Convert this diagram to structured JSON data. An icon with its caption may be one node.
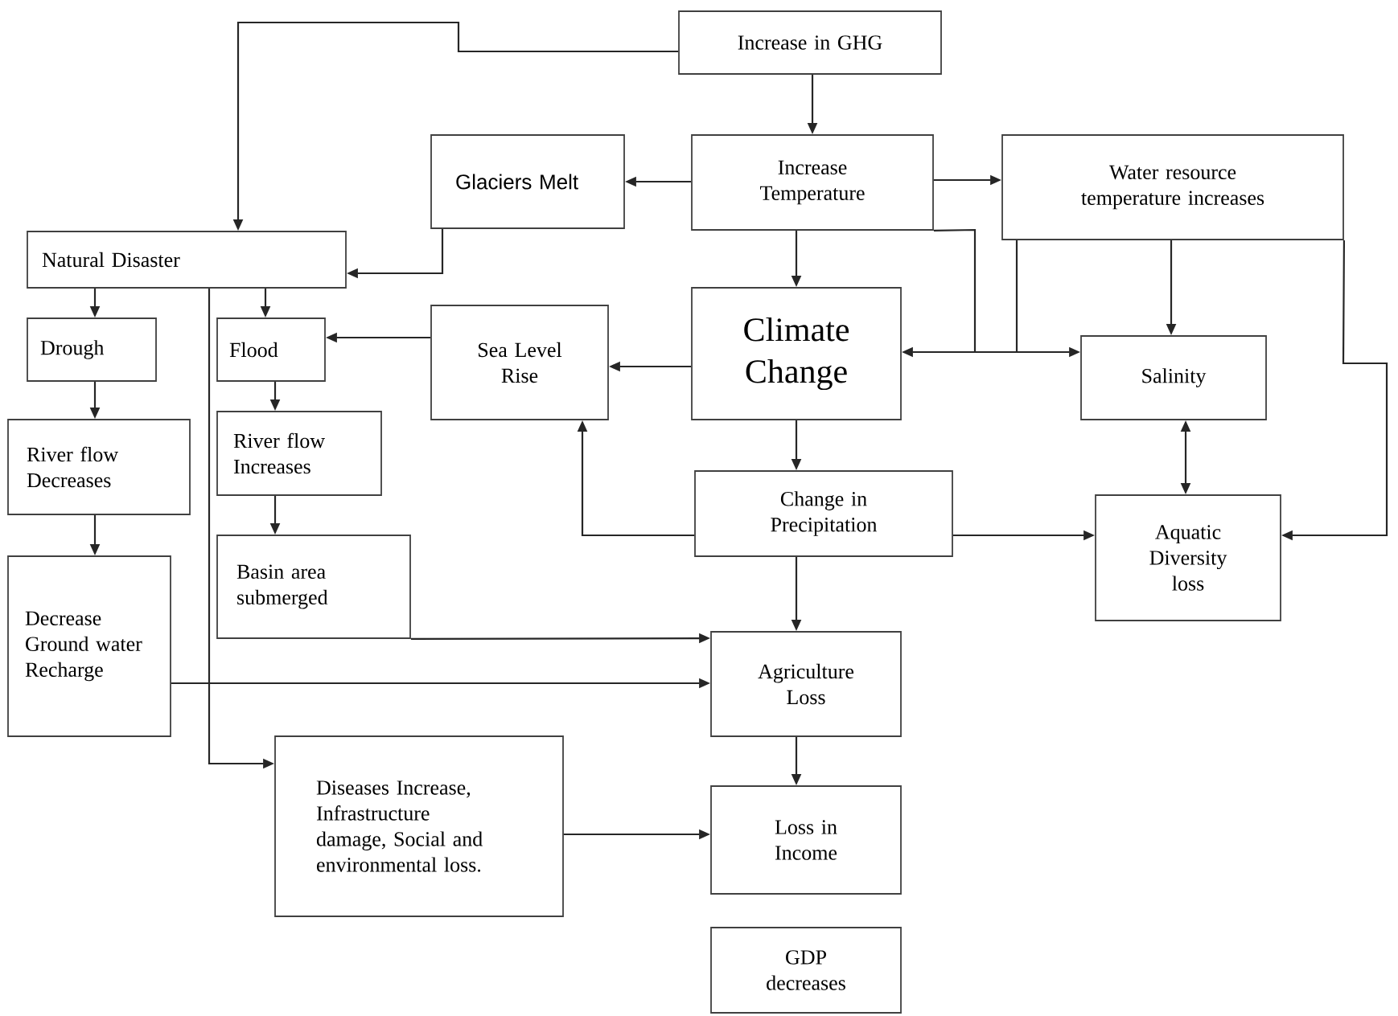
{
  "diagram": {
    "nodes": [
      {
        "text": [
          "Increase in GHG"
        ]
      },
      {
        "text": [
          "Glaciers Melt"
        ]
      },
      {
        "text": [
          "Increase Temperature"
        ]
      },
      {
        "text": [
          "Water resource temperature increases"
        ]
      },
      {
        "text": [
          "Natural Disaster"
        ]
      },
      {
        "text": [
          "Drough"
        ]
      },
      {
        "text": [
          "Flood"
        ]
      },
      {
        "text": [
          "Sea Level Rise"
        ]
      },
      {
        "text": [
          "Climate Change"
        ]
      },
      {
        "text": [
          "Salinity"
        ]
      },
      {
        "text": [
          "River flow Decreases"
        ]
      },
      {
        "text": [
          "River flow Increases"
        ]
      },
      {
        "text": [
          "Change in Precipitation"
        ]
      },
      {
        "text": [
          "Aquatic Diversity loss"
        ]
      },
      {
        "text": [
          "Decrease Ground water Recharge"
        ]
      },
      {
        "text": [
          "Basin area submerged"
        ]
      },
      {
        "text": [
          "Agriculture Loss"
        ]
      },
      {
        "text": [
          "Diseases Increase, Infrastructure damage, Social and environmental loss."
        ]
      },
      {
        "text": [
          "Loss in Income"
        ]
      },
      {
        "text": [
          "GDP decreases"
        ]
      }
    ],
    "edges": [
      {
        "from": 0,
        "to": 4,
        "arrow": "to"
      },
      {
        "from": 0,
        "to": 2,
        "arrow": "to"
      },
      {
        "from": 2,
        "to": 1,
        "arrow": "to"
      },
      {
        "from": 1,
        "to": 4,
        "arrow": "to"
      },
      {
        "from": 2,
        "to": 3,
        "arrow": "to"
      },
      {
        "from": 2,
        "to": 8,
        "arrow": "to"
      },
      {
        "from": 2,
        "to": 9,
        "arrow": "to"
      },
      {
        "from": 3,
        "to": 8,
        "arrow": "to"
      },
      {
        "from": 3,
        "to": 9,
        "arrow": "to"
      },
      {
        "from": 3,
        "to": 13,
        "arrow": "to"
      },
      {
        "from": 8,
        "to": 9,
        "arrow": "both"
      },
      {
        "from": 9,
        "to": 13,
        "arrow": "both"
      },
      {
        "from": 8,
        "to": 7,
        "arrow": "to"
      },
      {
        "from": 7,
        "to": 6,
        "arrow": "to"
      },
      {
        "from": 12,
        "to": 7,
        "arrow": "to"
      },
      {
        "from": 8,
        "to": 12,
        "arrow": "to"
      },
      {
        "from": 12,
        "to": 13,
        "arrow": "to"
      },
      {
        "from": 12,
        "to": 16,
        "arrow": "to"
      },
      {
        "from": 4,
        "to": 5,
        "arrow": "to"
      },
      {
        "from": 4,
        "to": 6,
        "arrow": "to"
      },
      {
        "from": 4,
        "to": 17,
        "arrow": "to"
      },
      {
        "from": 5,
        "to": 10,
        "arrow": "to"
      },
      {
        "from": 10,
        "to": 14,
        "arrow": "to"
      },
      {
        "from": 6,
        "to": 11,
        "arrow": "to"
      },
      {
        "from": 11,
        "to": 15,
        "arrow": "to"
      },
      {
        "from": 15,
        "to": 16,
        "arrow": "to"
      },
      {
        "from": 14,
        "to": 16,
        "arrow": "to"
      },
      {
        "from": 16,
        "to": 18,
        "arrow": "to"
      },
      {
        "from": 17,
        "to": 18,
        "arrow": "to"
      }
    ]
  }
}
